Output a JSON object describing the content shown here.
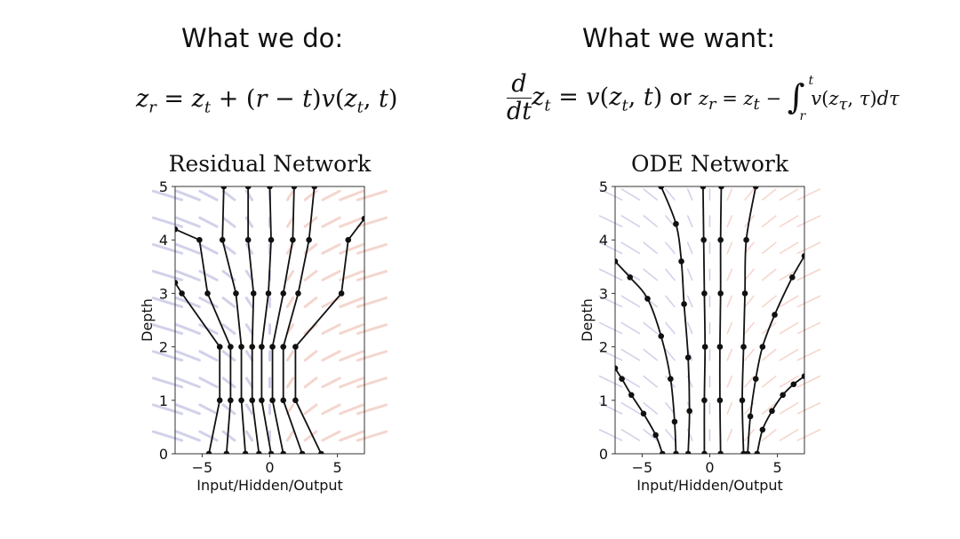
{
  "left_panel": {
    "heading": "What we do:",
    "chart_title": "Residual Network"
  },
  "right_panel": {
    "heading": "What we want:",
    "or": "or",
    "chart_title": "ODE Network"
  },
  "colors": {
    "left_field": "#e3a08c",
    "right_field": "#8f8fc6",
    "curve": "#111111"
  },
  "chart_data": [
    {
      "type": "line",
      "title": "Residual Network",
      "xlabel": "Input/Hidden/Output",
      "ylabel": "Depth",
      "xlim": [
        -7,
        7
      ],
      "ylim": [
        0,
        5
      ],
      "xticks": [
        "-5",
        "0",
        "5"
      ],
      "yticks": [
        "0",
        "1",
        "2",
        "3",
        "4",
        "5"
      ],
      "grid": false,
      "series": [
        {
          "points": [
            [
              -4.5,
              0
            ],
            [
              -3.7,
              1
            ],
            [
              -3.7,
              2
            ],
            [
              -6.5,
              3
            ],
            [
              -7.0,
              3.2
            ]
          ]
        },
        {
          "points": [
            [
              -3.2,
              0
            ],
            [
              -2.9,
              1
            ],
            [
              -2.9,
              2
            ],
            [
              -4.6,
              3
            ],
            [
              -5.2,
              4
            ],
            [
              -7.0,
              4.2
            ]
          ]
        },
        {
          "points": [
            [
              -1.8,
              0
            ],
            [
              -2.1,
              1
            ],
            [
              -2.1,
              2
            ],
            [
              -2.5,
              3
            ],
            [
              -3.5,
              4
            ],
            [
              -3.4,
              5
            ]
          ]
        },
        {
          "points": [
            [
              -0.8,
              0
            ],
            [
              -1.3,
              1
            ],
            [
              -1.3,
              2
            ],
            [
              -1.2,
              3
            ],
            [
              -1.6,
              4
            ],
            [
              -1.6,
              5
            ]
          ]
        },
        {
          "points": [
            [
              0.1,
              0
            ],
            [
              -0.6,
              1
            ],
            [
              -0.6,
              2
            ],
            [
              -0.1,
              3
            ],
            [
              0.1,
              4
            ],
            [
              0.0,
              5
            ]
          ]
        },
        {
          "points": [
            [
              1.0,
              0
            ],
            [
              0.2,
              1
            ],
            [
              0.2,
              2
            ],
            [
              1.0,
              3
            ],
            [
              1.7,
              4
            ],
            [
              1.8,
              5
            ]
          ]
        },
        {
          "points": [
            [
              2.4,
              0
            ],
            [
              1.0,
              1
            ],
            [
              1.0,
              2
            ],
            [
              2.1,
              3
            ],
            [
              2.9,
              4
            ],
            [
              3.3,
              5
            ]
          ]
        },
        {
          "points": [
            [
              3.8,
              0
            ],
            [
              1.9,
              1
            ],
            [
              1.9,
              2
            ],
            [
              5.3,
              3
            ],
            [
              5.8,
              4
            ],
            [
              7.0,
              4.4
            ]
          ]
        }
      ]
    },
    {
      "type": "line",
      "title": "ODE Network",
      "xlabel": "Input/Hidden/Output",
      "ylabel": "Depth",
      "xlim": [
        -7,
        7
      ],
      "ylim": [
        0,
        5
      ],
      "xticks": [
        "-5",
        "0",
        "5"
      ],
      "yticks": [
        "0",
        "1",
        "2",
        "3",
        "4",
        "5"
      ],
      "grid": false,
      "series": [
        {
          "points": [
            [
              -3.5,
              0
            ],
            [
              -4.0,
              0.35
            ],
            [
              -4.9,
              0.75
            ],
            [
              -5.8,
              1.1
            ],
            [
              -6.5,
              1.4
            ],
            [
              -7.0,
              1.6
            ]
          ]
        },
        {
          "points": [
            [
              -2.5,
              0
            ],
            [
              -2.6,
              0.6
            ],
            [
              -2.9,
              1.4
            ],
            [
              -3.6,
              2.2
            ],
            [
              -4.6,
              2.9
            ],
            [
              -5.9,
              3.3
            ],
            [
              -7.0,
              3.6
            ]
          ]
        },
        {
          "points": [
            [
              -1.6,
              0
            ],
            [
              -1.5,
              0.8
            ],
            [
              -1.6,
              1.8
            ],
            [
              -1.9,
              2.8
            ],
            [
              -2.1,
              3.6
            ],
            [
              -2.5,
              4.3
            ],
            [
              -3.6,
              5.0
            ]
          ]
        },
        {
          "points": [
            [
              -0.4,
              0
            ],
            [
              -0.4,
              1.0
            ],
            [
              -0.35,
              2.0
            ],
            [
              -0.4,
              3.0
            ],
            [
              -0.45,
              4.0
            ],
            [
              -0.5,
              5.0
            ]
          ]
        },
        {
          "points": [
            [
              0.8,
              0
            ],
            [
              0.75,
              1.0
            ],
            [
              0.75,
              2.0
            ],
            [
              0.8,
              3.0
            ],
            [
              0.8,
              4.0
            ],
            [
              0.85,
              5.0
            ]
          ]
        },
        {
          "points": [
            [
              2.5,
              0
            ],
            [
              2.4,
              1.0
            ],
            [
              2.5,
              2.0
            ],
            [
              2.6,
              3.0
            ],
            [
              2.7,
              4.0
            ],
            [
              3.4,
              5.0
            ]
          ]
        },
        {
          "points": [
            [
              3.5,
              0
            ],
            [
              3.9,
              0.45
            ],
            [
              4.6,
              0.8
            ],
            [
              5.4,
              1.1
            ],
            [
              6.2,
              1.3
            ],
            [
              7.0,
              1.45
            ]
          ]
        },
        {
          "points": [
            [
              2.8,
              0
            ],
            [
              3.0,
              0.7
            ],
            [
              3.4,
              1.4
            ],
            [
              3.9,
              2.0
            ],
            [
              4.8,
              2.6
            ],
            [
              6.1,
              3.3
            ],
            [
              7.0,
              3.7
            ]
          ]
        }
      ]
    }
  ]
}
